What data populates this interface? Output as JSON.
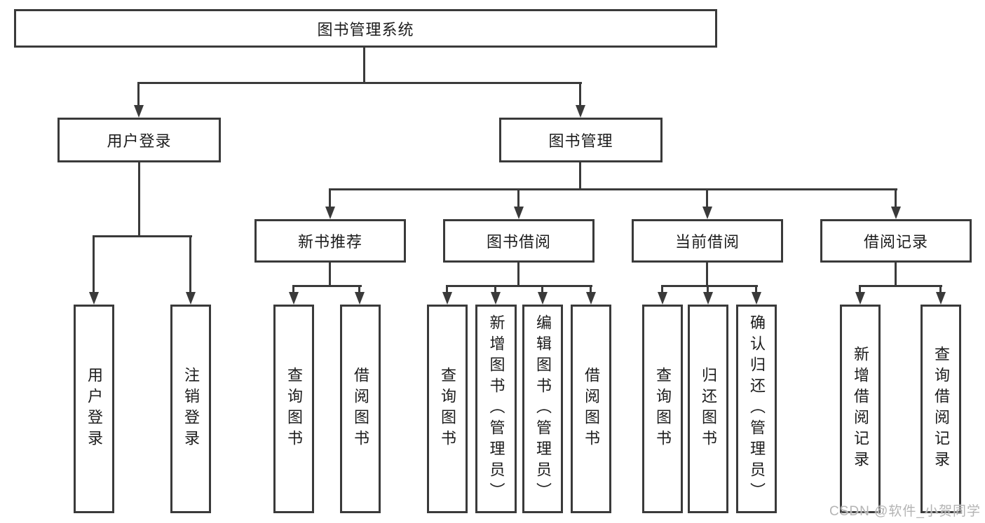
{
  "colors": {
    "line": "#3a3a3a",
    "text": "#1c1c1c",
    "watermark": "#b4b4b4",
    "background": "#ffffff"
  },
  "watermark": {
    "text": "CSDN @软件_小贺同学"
  },
  "diagram": {
    "type": "hierarchy-tree",
    "root": {
      "label": "图书管理系统",
      "children": {
        "user_login": {
          "label": "用户登录",
          "children": {
            "login": {
              "label": "用户登录"
            },
            "logout": {
              "label": "注销登录"
            }
          }
        },
        "book_mgmt": {
          "label": "图书管理",
          "children": {
            "new_book_rec": {
              "label": "新书推荐",
              "children": {
                "query_books": {
                  "label": "查询图书"
                },
                "borrow_books": {
                  "label": "借阅图书"
                }
              }
            },
            "book_borrow": {
              "label": "图书借阅",
              "children": {
                "query_books": {
                  "label": "查询图书"
                },
                "add_books": {
                  "label": "新增图书（管理员）"
                },
                "edit_books": {
                  "label": "编辑图书（管理员）"
                },
                "borrow_books": {
                  "label": "借阅图书"
                }
              }
            },
            "current_borrow": {
              "label": "当前借阅",
              "children": {
                "query_books": {
                  "label": "查询图书"
                },
                "return_books": {
                  "label": "归还图书"
                },
                "confirm_return": {
                  "label": "确认归还（管理员）"
                }
              }
            },
            "borrow_records": {
              "label": "借阅记录",
              "children": {
                "add_record": {
                  "label": "新增借阅记录"
                },
                "query_record": {
                  "label": "查询借阅记录"
                }
              }
            }
          }
        }
      }
    }
  }
}
